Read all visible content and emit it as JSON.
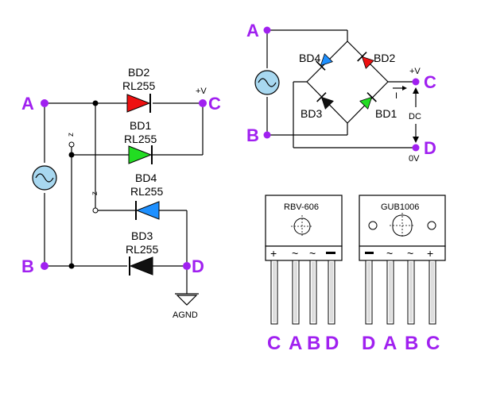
{
  "colors": {
    "node": "#a020f0",
    "bd1": "#22dd22",
    "bd2": "#ee1111",
    "bd3": "#111111",
    "bd4": "#1e90ff",
    "source": "#a8d8f0"
  },
  "left_circuit": {
    "node_a": "A",
    "node_b": "B",
    "node_c": "C",
    "node_d": "D",
    "plus_v": "+V",
    "ground_label": "AGND",
    "small_mark": "z",
    "diodes": [
      {
        "name": "BD2",
        "part": "RL255"
      },
      {
        "name": "BD1",
        "part": "RL255"
      },
      {
        "name": "BD4",
        "part": "RL255"
      },
      {
        "name": "BD3",
        "part": "RL255"
      }
    ]
  },
  "bridge_circuit": {
    "node_a": "A",
    "node_b": "B",
    "node_c": "C",
    "node_d": "D",
    "plus_v": "+V",
    "zero_v": "0V",
    "dc": "DC",
    "current": "I",
    "diodes": [
      "BD4",
      "BD2",
      "BD3",
      "BD1"
    ]
  },
  "packages": [
    {
      "model": "RBV-606",
      "pin_marks": [
        "+",
        "~",
        "~",
        "−"
      ],
      "pin_labels": [
        "C",
        "A",
        "B",
        "D"
      ]
    },
    {
      "model": "GUB1006",
      "pin_marks": [
        "−",
        "~",
        "~",
        "+"
      ],
      "pin_labels": [
        "D",
        "A",
        "B",
        "C"
      ]
    }
  ]
}
